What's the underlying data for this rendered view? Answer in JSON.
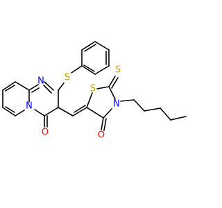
{
  "molecule": {
    "atom_labels": {
      "n_ring_top": "N",
      "n_ring_bridge": "N",
      "s_phenylthio": "S",
      "o_pyrimidinone": "O",
      "s_thiazolidine": "S",
      "s_thioxo": "S",
      "n_thiazolidine": "N",
      "o_thiazolidinone": "O"
    },
    "colors": {
      "bond": "#000000",
      "nitrogen": "#0000ff",
      "sulfur": "#c8a000",
      "oxygen": "#ff0000"
    }
  }
}
